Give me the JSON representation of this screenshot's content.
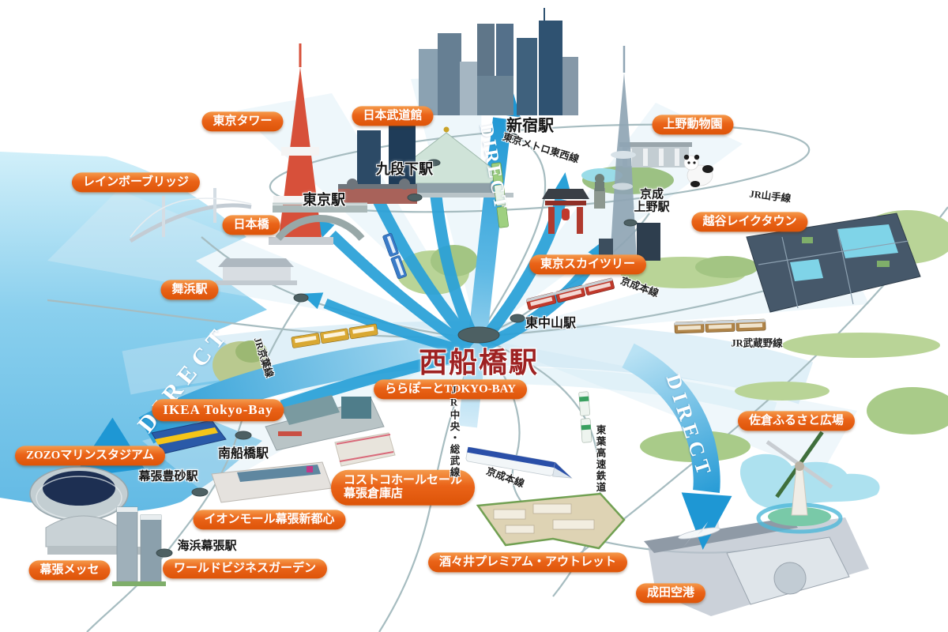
{
  "map": {
    "center_station": {
      "label": "西船橋駅"
    },
    "direct_badge": {
      "top": "DIRECT",
      "left": "DIRECT",
      "right": "DIRECT"
    }
  },
  "destinations": [
    {
      "id": "tokyo-tower",
      "label": "東京タワー"
    },
    {
      "id": "nippon-budokan",
      "label": "日本武道館"
    },
    {
      "id": "ueno-zoo",
      "label": "上野動物園"
    },
    {
      "id": "rainbow-bridge",
      "label": "レインボーブリッジ"
    },
    {
      "id": "nihonbashi",
      "label": "日本橋"
    },
    {
      "id": "maihama-station",
      "label": "舞浜駅"
    },
    {
      "id": "tokyo-skytree",
      "label": "東京スカイツリー"
    },
    {
      "id": "koshigaya-laketown",
      "label": "越谷レイクタウン"
    },
    {
      "id": "ikea-tokyo-bay",
      "label": "IKEA Tokyo-Bay"
    },
    {
      "id": "lalaport-tokyo-bay",
      "label": "ららぽーとTOKYO-BAY"
    },
    {
      "id": "zozo-marine-stadium",
      "label": "ZOZOマリンスタジアム"
    },
    {
      "id": "costco-makuhari",
      "line1": "コストコホールセール",
      "line2": "幕張倉庫店"
    },
    {
      "id": "aeon-mall-makuhari",
      "label": "イオンモール幕張新都心"
    },
    {
      "id": "makuhari-messe",
      "label": "幕張メッセ"
    },
    {
      "id": "world-business-garden",
      "label": "ワールドビジネスガーデン"
    },
    {
      "id": "shisui-premium-outlets",
      "label": "酒々井プレミアム・アウトレット"
    },
    {
      "id": "narita-airport",
      "label": "成田空港"
    },
    {
      "id": "sakura-furusato-square",
      "label": "佐倉ふるさと広場"
    }
  ],
  "stations": [
    {
      "id": "shinjuku",
      "label": "新宿駅"
    },
    {
      "id": "kudanshita",
      "label": "九段下駅"
    },
    {
      "id": "tokyo",
      "label": "東京駅"
    },
    {
      "id": "keisei-ueno",
      "line1": "京成",
      "line2": "上野駅"
    },
    {
      "id": "higashi-nakayama",
      "label": "東中山駅"
    },
    {
      "id": "minami-funabashi",
      "label": "南船橋駅"
    },
    {
      "id": "makuhari-toyosuna",
      "label": "幕張豊砂駅"
    },
    {
      "id": "kaihin-makuhari",
      "label": "海浜幕張駅"
    }
  ],
  "rail_lines": [
    {
      "id": "tozai",
      "label": "東京メトロ東西線"
    },
    {
      "id": "yamanote",
      "label": "JR山手線"
    },
    {
      "id": "keisei-north",
      "label": "京成本線"
    },
    {
      "id": "musashino",
      "label": "JR武蔵野線"
    },
    {
      "id": "keiyo",
      "label": "JR京葉線"
    },
    {
      "id": "chuo-sobu",
      "label": "JR中央・総武線"
    },
    {
      "id": "keisei-south",
      "label": "京成本線"
    },
    {
      "id": "toyo-rapid",
      "label": "東葉高速鉄道"
    }
  ],
  "colors": {
    "pill_orange": "#ea6318",
    "center_red": "#9e2222",
    "arrow_blue": "#2aa1d8",
    "water_blue": "#6fc2e6",
    "rail_gray": "#a6bcc0",
    "forest_green": "#b9d497"
  },
  "illustrations": [
    "tokyo-bay-water",
    "tokyo-tower",
    "shinjuku-skyline",
    "nippon-budokan-hall",
    "tokyo-station-building",
    "rainbow-bridge",
    "nihonbashi-bridge",
    "maihama-station-building",
    "kaminarimon-gate",
    "ueno-statue",
    "ueno-zoo-gate",
    "panda",
    "tokyo-skytree-tower",
    "koshigaya-laketown-aerial",
    "ikea-store",
    "lalaport-mall",
    "costco-warehouse",
    "aeon-mall",
    "zozo-stadium-bowl",
    "makuhari-messe-halls",
    "wbg-towers",
    "shisui-outlets-aerial",
    "narita-terminal",
    "airplane",
    "sakura-windmill",
    "sobu-train",
    "tozai-train",
    "metro-train",
    "keisei-train",
    "musashino-train",
    "skyliner-train",
    "toyo-rapid-train"
  ]
}
